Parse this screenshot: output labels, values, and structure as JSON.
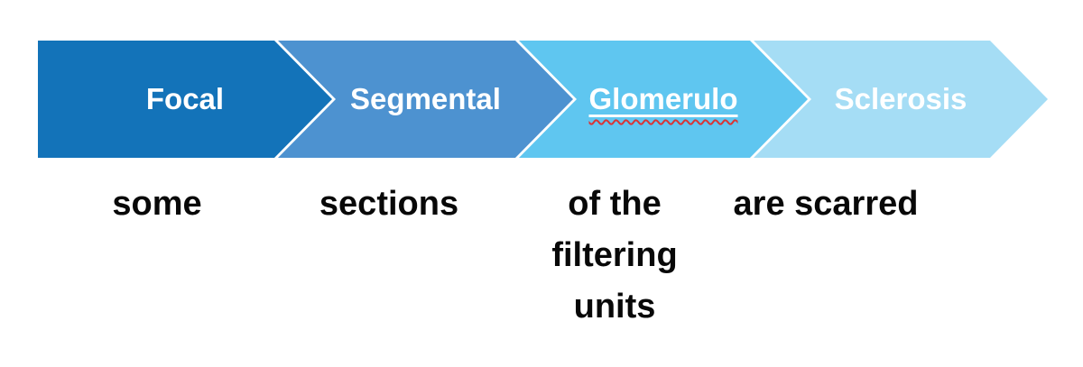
{
  "diagram": {
    "type": "process-chevron-arrows",
    "topic": "Focal Segmental Glomerulosclerosis (FSGS) term breakdown",
    "stages": [
      {
        "label": "Focal",
        "description": "some",
        "arrow_color": "#1373b9",
        "spellcheck_underline": false
      },
      {
        "label": "Segmental",
        "description": "sections",
        "arrow_color": "#4d92d0",
        "spellcheck_underline": false
      },
      {
        "label": "Glomerulo",
        "description": "of the filtering units",
        "arrow_color": "#5fc6f0",
        "spellcheck_underline": true
      },
      {
        "label": "Sclerosis",
        "description": "are scarred",
        "arrow_color": "#a5ddf5",
        "spellcheck_underline": false
      }
    ],
    "colors": {
      "background": "#ffffff",
      "chevron_label_text": "#ffffff",
      "description_text": "#080808",
      "chevron_separator": "#ffffff",
      "spellcheck_squiggle": "#d93535"
    }
  }
}
